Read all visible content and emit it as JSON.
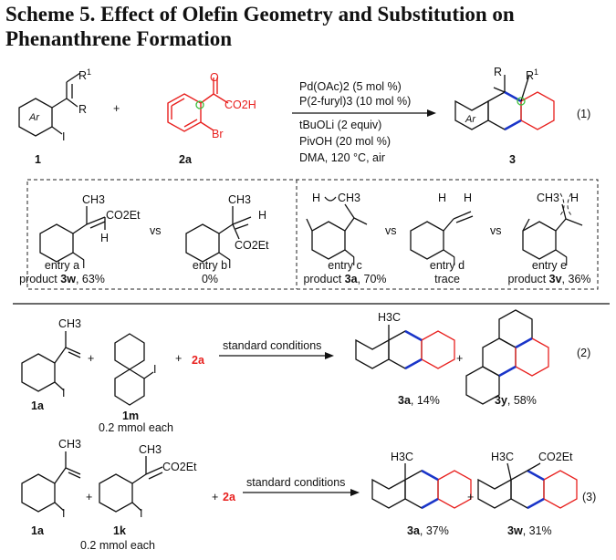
{
  "scheme_title": "Scheme 5. Effect of Olefin Geometry and Substitution on Phenanthrene Formation",
  "reaction1": {
    "sm1_label": "1",
    "sm2_label": "2a",
    "product_label": "3",
    "ar": "Ar",
    "r": "R",
    "r1": "R",
    "r1_sup": "1",
    "conditions": [
      "Pd(OAc)2 (5 mol %)",
      "P(2-furyl)3 (10 mol %)",
      "tBuOLi (2 equiv)",
      "PivOH (20 mol %)",
      "DMA, 120 °C, air"
    ],
    "co2h": "CO2H",
    "br": "Br",
    "o": "O",
    "number": "(1)"
  },
  "entries": [
    {
      "name": "entry a",
      "result_prefix": "product ",
      "result_bold": "3w",
      "result_suffix": ", 63%"
    },
    {
      "name": "entry b",
      "result_prefix": "",
      "result_bold": "",
      "result_suffix": "0%"
    },
    {
      "name": "entry c",
      "result_prefix": "product ",
      "result_bold": "3a",
      "result_suffix": ", 70%"
    },
    {
      "name": "entry d",
      "result_prefix": "",
      "result_bold": "",
      "result_suffix": "trace"
    },
    {
      "name": "entry e",
      "result_prefix": "product ",
      "result_bold": "3v",
      "result_suffix": ", 36%"
    }
  ],
  "entry_text": {
    "ch3": "CH3",
    "co2et": "CO2Et",
    "h": "H",
    "i": "I",
    "vs": "vs"
  },
  "reaction2": {
    "sm_a": "1a",
    "sm_b": "1m",
    "sm_c": "2a",
    "amount": "0.2 mmol each",
    "arrow_text": "standard conditions",
    "p1_bold": "3a",
    "p1_yield": ", 14%",
    "p2_bold": "3y",
    "p2_yield": ", 58%",
    "h3c": "H3C",
    "number": "(2)"
  },
  "reaction3": {
    "sm_a": "1a",
    "sm_b": "1k",
    "sm_c": "2a",
    "amount": "0.2 mmol each",
    "arrow_text": "standard conditions",
    "p1_bold": "3a",
    "p1_yield": ", 37%",
    "p2_bold": "3w",
    "p2_yield": ", 31%",
    "h3c": "H3C",
    "co2et": "CO2Et",
    "number": "(3)"
  },
  "plus": "+"
}
